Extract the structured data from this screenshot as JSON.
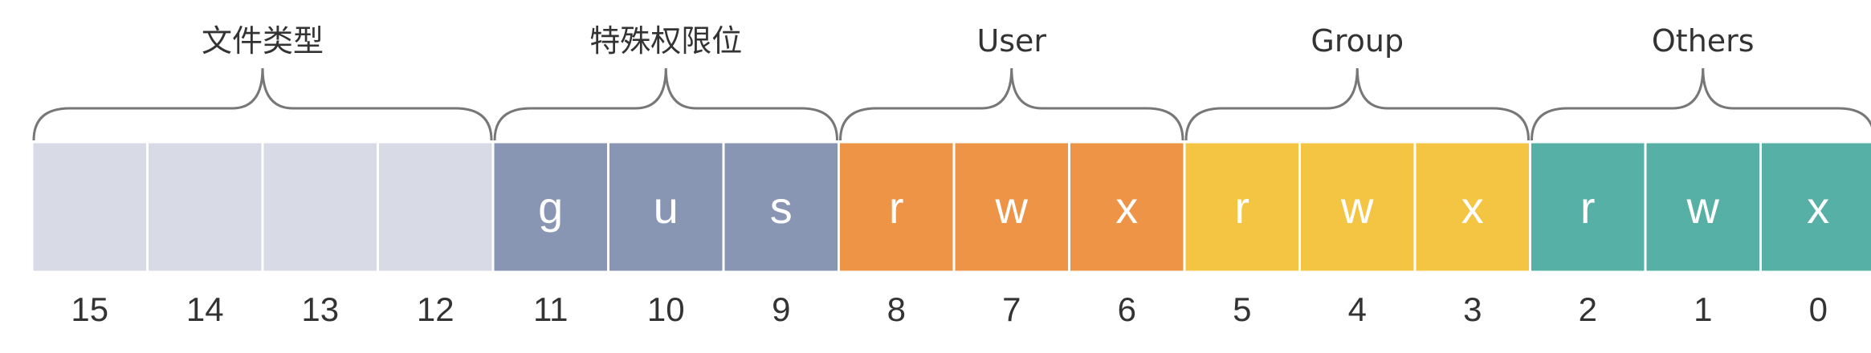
{
  "groups": [
    {
      "label": "文件类型",
      "color": "#d8dbe5",
      "bits": [
        {
          "index": "15",
          "letter": ""
        },
        {
          "index": "14",
          "letter": ""
        },
        {
          "index": "13",
          "letter": ""
        },
        {
          "index": "12",
          "letter": ""
        }
      ]
    },
    {
      "label": "特殊权限位",
      "color": "#8996b3",
      "bits": [
        {
          "index": "11",
          "letter": "g"
        },
        {
          "index": "10",
          "letter": "u"
        },
        {
          "index": "9",
          "letter": "s"
        }
      ]
    },
    {
      "label": "User",
      "color": "#ed9447",
      "bits": [
        {
          "index": "8",
          "letter": "r"
        },
        {
          "index": "7",
          "letter": "w"
        },
        {
          "index": "6",
          "letter": "x"
        }
      ]
    },
    {
      "label": "Group",
      "color": "#f4c443",
      "bits": [
        {
          "index": "5",
          "letter": "r"
        },
        {
          "index": "4",
          "letter": "w"
        },
        {
          "index": "3",
          "letter": "x"
        }
      ]
    },
    {
      "label": "Others",
      "color": "#56b0a6",
      "bits": [
        {
          "index": "2",
          "letter": "r"
        },
        {
          "index": "1",
          "letter": "w"
        },
        {
          "index": "0",
          "letter": "x"
        }
      ]
    }
  ]
}
